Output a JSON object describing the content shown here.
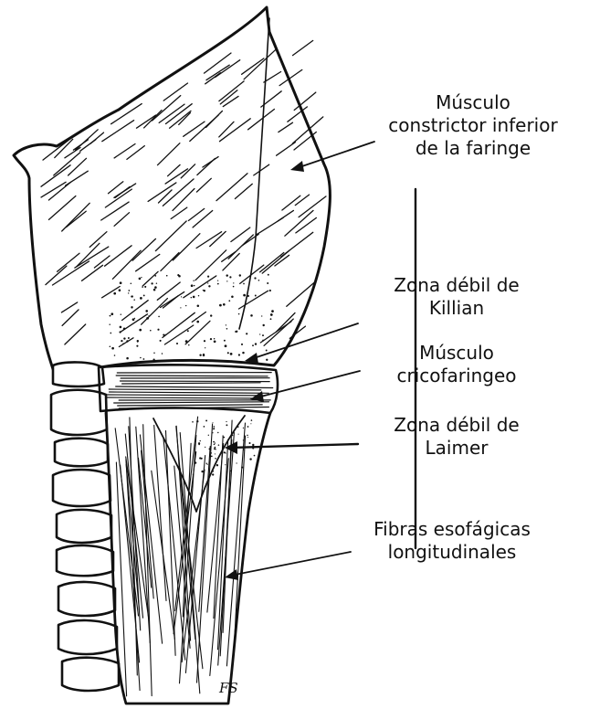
{
  "figure": {
    "labels": {
      "constrictor": [
        "Músculo",
        "constrictor inferior",
        "de la faringe"
      ],
      "killian": [
        "Zona débil de",
        "Killian"
      ],
      "cricofaringeo": [
        "Músculo",
        "cricofaringeo"
      ],
      "laimer": [
        "Zona débil de",
        "Laimer"
      ],
      "fibras": [
        "Fibras esofágicas",
        "longitudinales"
      ]
    },
    "artist_initials": "FS"
  },
  "colors": {
    "ink": "#111111",
    "background": "#ffffff",
    "shade": "#d9d9d9"
  }
}
